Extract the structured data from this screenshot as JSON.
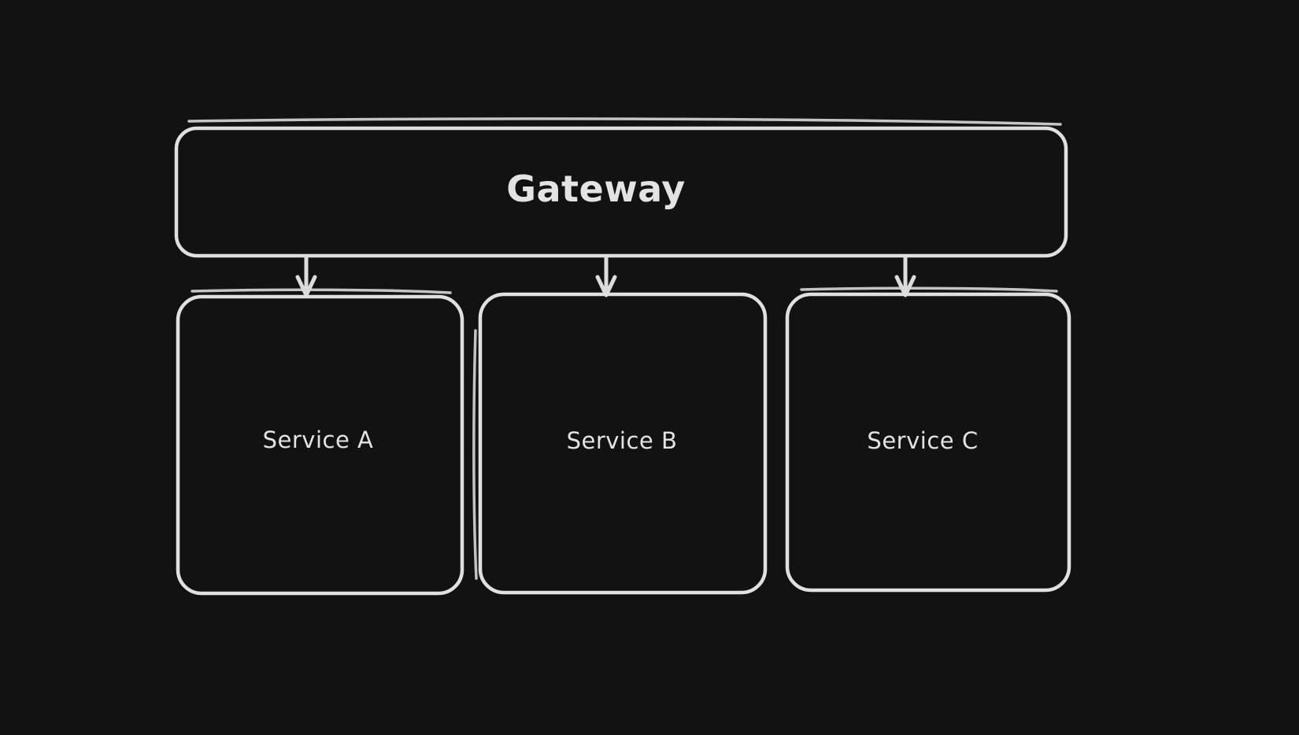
{
  "canvas": {
    "background": "#121212",
    "stroke_color": "#e0e0e0",
    "text_color": "#e3e3e3"
  },
  "diagram": {
    "type": "flowchart",
    "nodes": [
      {
        "id": "gateway",
        "label": "Gateway",
        "shape": "rounded-rectangle"
      },
      {
        "id": "service-a",
        "label": "Service A",
        "shape": "rounded-rectangle"
      },
      {
        "id": "service-b",
        "label": "Service B",
        "shape": "rounded-rectangle"
      },
      {
        "id": "service-c",
        "label": "Service C",
        "shape": "rounded-rectangle"
      }
    ],
    "edges": [
      {
        "from": "gateway",
        "to": "service-a",
        "arrowhead": "v-arrow-down"
      },
      {
        "from": "gateway",
        "to": "service-b",
        "arrowhead": "v-arrow-down"
      },
      {
        "from": "gateway",
        "to": "service-c",
        "arrowhead": "v-arrow-down"
      }
    ]
  }
}
